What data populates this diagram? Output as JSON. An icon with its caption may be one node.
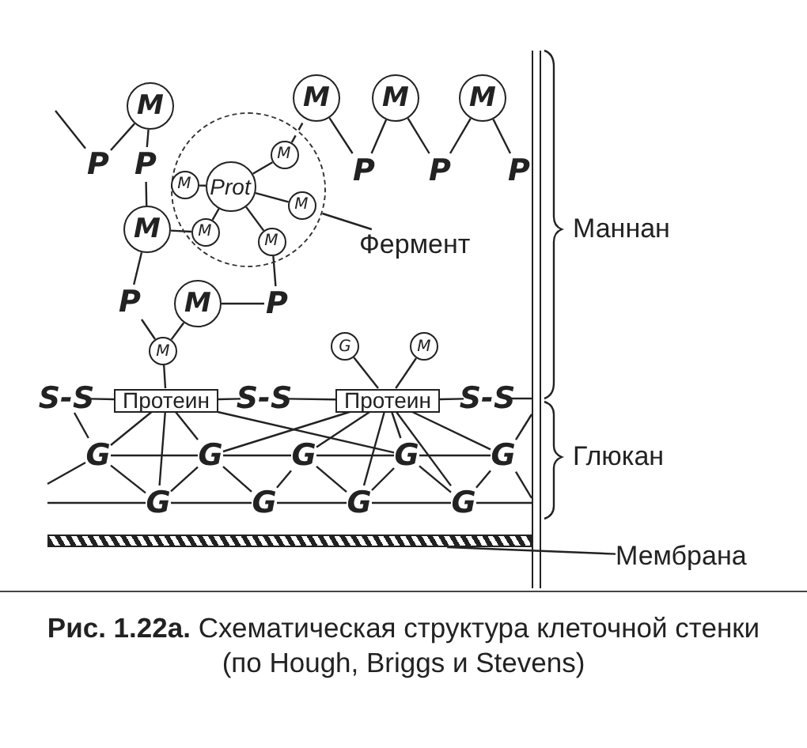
{
  "diagram": {
    "caption": "**Рис. 1.22а.** Схематическая структура клеточной стенки (по Hough, Briggs и Stevens)",
    "nodes": [
      {
        "text": [
          "M"
        ]
      },
      {
        "text": [
          "P"
        ]
      },
      {
        "text": [
          "P"
        ]
      },
      {
        "text": [],
        "shape": "circle"
      },
      {
        "text": [
          "Prot"
        ],
        "in": 3
      },
      {
        "text": [
          "M"
        ],
        "in": 3
      },
      {
        "text": [
          "M"
        ],
        "in": 3
      },
      {
        "text": [
          "M"
        ],
        "in": 3
      },
      {
        "text": [
          "M"
        ],
        "in": 3
      },
      {
        "text": [
          "M"
        ],
        "in": 3
      },
      {
        "text": [
          "M"
        ]
      },
      {
        "text": [
          "M"
        ]
      },
      {
        "text": [
          "M"
        ]
      },
      {
        "text": [
          "P"
        ]
      },
      {
        "text": [
          "P"
        ]
      },
      {
        "text": [
          "P"
        ]
      },
      {
        "text": [
          "M"
        ]
      },
      {
        "text": [
          "Фермент"
        ]
      },
      {
        "text": [
          "P"
        ]
      },
      {
        "text": [
          "M"
        ]
      },
      {
        "text": [
          "P"
        ]
      },
      {
        "text": [
          "M"
        ]
      },
      {
        "text": [
          "G"
        ]
      },
      {
        "text": [
          "M"
        ]
      },
      {
        "text": [
          "S-S"
        ]
      },
      {
        "text": [
          "Протеин"
        ]
      },
      {
        "text": [
          "S-S"
        ]
      },
      {
        "text": [
          "Протеин"
        ]
      },
      {
        "text": [
          "S-S"
        ]
      },
      {
        "text": [
          "G"
        ]
      },
      {
        "text": [
          "G"
        ]
      },
      {
        "text": [
          "G"
        ]
      },
      {
        "text": [
          "G"
        ]
      },
      {
        "text": [
          "G"
        ]
      },
      {
        "text": [
          "G"
        ]
      },
      {
        "text": [
          "G"
        ]
      },
      {
        "text": [
          "G"
        ]
      },
      {
        "text": [
          "G"
        ]
      },
      {
        "text": [],
        "shape": "bar"
      },
      {
        "text": [
          "Мембрана"
        ]
      },
      {
        "text": [],
        "shape": "bar"
      }
    ],
    "edges": [
      {
        "from": null,
        "to": 1,
        "arrow": "none"
      },
      {
        "from": 0,
        "to": 1,
        "arrow": "none"
      },
      {
        "from": 0,
        "to": 2,
        "arrow": "none"
      },
      {
        "from": 2,
        "to": 16,
        "arrow": "none"
      },
      {
        "from": 16,
        "to": 8,
        "arrow": "none"
      },
      {
        "from": 4,
        "to": 5,
        "arrow": "none"
      },
      {
        "from": 4,
        "to": 6,
        "arrow": "none"
      },
      {
        "from": 4,
        "to": 7,
        "arrow": "none"
      },
      {
        "from": 4,
        "to": 8,
        "arrow": "none"
      },
      {
        "from": 4,
        "to": 9,
        "arrow": "none"
      },
      {
        "from": 6,
        "to": 10,
        "arrow": "none",
        "style": "dashed"
      },
      {
        "from": 10,
        "to": 13,
        "arrow": "none"
      },
      {
        "from": 13,
        "to": 11,
        "arrow": "none"
      },
      {
        "from": 11,
        "to": 14,
        "arrow": "none"
      },
      {
        "from": 14,
        "to": 12,
        "arrow": "none"
      },
      {
        "from": 12,
        "to": 15,
        "arrow": "none"
      },
      {
        "from": 16,
        "to": 18,
        "arrow": "none"
      },
      {
        "from": 18,
        "to": 21,
        "arrow": "none"
      },
      {
        "from": 21,
        "to": 19,
        "arrow": "none"
      },
      {
        "from": 19,
        "to": 20,
        "arrow": "none"
      },
      {
        "from": 20,
        "to": 9,
        "arrow": "none"
      },
      {
        "from": 21,
        "to": 25,
        "arrow": "none"
      },
      {
        "from": 25,
        "to": 34,
        "arrow": "none"
      },
      {
        "from": 22,
        "to": 27,
        "arrow": "none"
      },
      {
        "from": 23,
        "to": 27,
        "arrow": "none"
      },
      {
        "from": 24,
        "to": 25,
        "arrow": "none"
      },
      {
        "from": 25,
        "to": 26,
        "arrow": "none"
      },
      {
        "from": 26,
        "to": 27,
        "arrow": "none"
      },
      {
        "from": 27,
        "to": 28,
        "arrow": "none"
      },
      {
        "from": 28,
        "to": 40,
        "arrow": "none"
      },
      {
        "from": 25,
        "to": 29,
        "arrow": "none"
      },
      {
        "from": 25,
        "to": 30,
        "arrow": "none"
      },
      {
        "from": 25,
        "to": 32,
        "arrow": "none"
      },
      {
        "from": 27,
        "to": 30,
        "arrow": "none"
      },
      {
        "from": 27,
        "to": 31,
        "arrow": "none"
      },
      {
        "from": 27,
        "to": 36,
        "arrow": "none"
      },
      {
        "from": 27,
        "to": 32,
        "arrow": "none"
      },
      {
        "from": 27,
        "to": 37,
        "arrow": "none"
      },
      {
        "from": 27,
        "to": 33,
        "arrow": "none"
      },
      {
        "from": 29,
        "to": 30,
        "arrow": "none"
      },
      {
        "from": 30,
        "to": 31,
        "arrow": "none"
      },
      {
        "from": 31,
        "to": 32,
        "arrow": "none"
      },
      {
        "from": 32,
        "to": 33,
        "arrow": "none"
      },
      {
        "from": 29,
        "to": 34,
        "arrow": "none"
      },
      {
        "from": 34,
        "to": 30,
        "arrow": "none"
      },
      {
        "from": 30,
        "to": 35,
        "arrow": "none"
      },
      {
        "from": 35,
        "to": 31,
        "arrow": "none"
      },
      {
        "from": 31,
        "to": 36,
        "arrow": "none"
      },
      {
        "from": 36,
        "to": 32,
        "arrow": "none"
      },
      {
        "from": 32,
        "to": 37,
        "arrow": "none"
      },
      {
        "from": 37,
        "to": 33,
        "arrow": "none"
      },
      {
        "from": 34,
        "to": 35,
        "arrow": "none"
      },
      {
        "from": 35,
        "to": 36,
        "arrow": "none"
      },
      {
        "from": 36,
        "to": 37,
        "arrow": "none"
      },
      {
        "from": 24,
        "to": 29,
        "arrow": "none"
      },
      {
        "from": null,
        "to": 29,
        "arrow": "none"
      },
      {
        "from": null,
        "to": 34,
        "arrow": "none"
      },
      {
        "from": 37,
        "to": 40,
        "arrow": "none"
      },
      {
        "from": 33,
        "to": 40,
        "arrow": "none"
      },
      {
        "from": 33,
        "to": 40,
        "arrow": "none"
      },
      {
        "from": 17,
        "to": 3,
        "arrow": "none"
      },
      {
        "from": 39,
        "to": 38,
        "arrow": "none"
      }
    ],
    "labels": [
      "Маннан",
      "Глюкан"
    ]
  }
}
